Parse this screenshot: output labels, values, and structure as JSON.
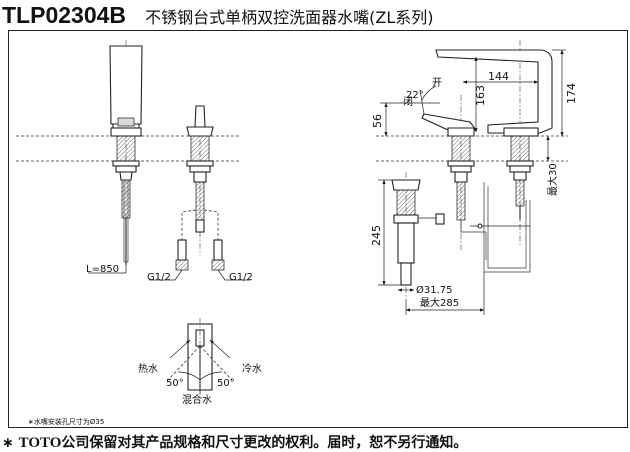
{
  "header": {
    "model": "TLP02304B",
    "title": "不锈钢台式单柄双控洗面器水嘴(ZL系列)"
  },
  "dimensions": {
    "l850": "L=850",
    "g12_left": "G1/2",
    "g12_right": "G1/2",
    "d144": "144",
    "d163": "163",
    "d174": "174",
    "d56": "56",
    "d245": "245",
    "d3175": "Ø31.75",
    "max285": "最大285",
    "max30": "最大30"
  },
  "labels": {
    "open": "开",
    "close": "闭",
    "angle22": "22°",
    "hot": "热水",
    "cold": "冷水",
    "mix": "混合水",
    "angle50_left": "50°",
    "angle50_right": "50°",
    "hole_note": "∗水嘴安装孔尺寸为Ø35"
  },
  "footer": {
    "star": "∗",
    "brand": "TOTO",
    "text": "公司保留对其产品规格和尺寸更改的权利。届时，恕不另行通知。"
  }
}
